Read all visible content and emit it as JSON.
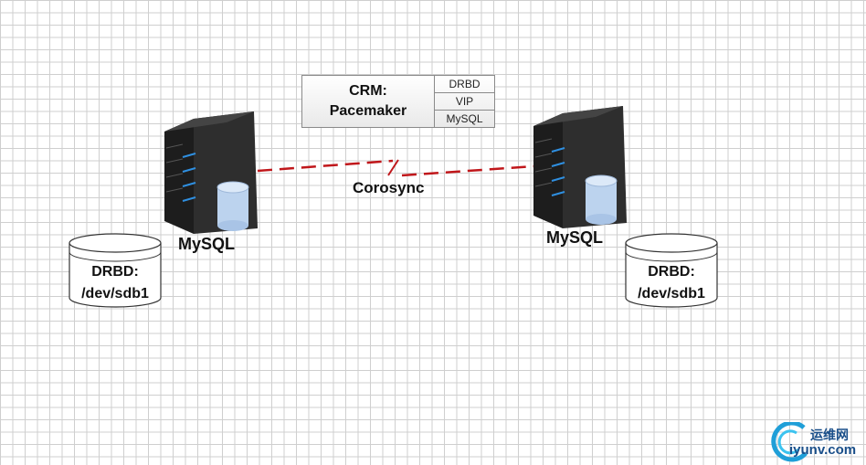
{
  "crm": {
    "title_line1": "CRM:",
    "title_line2": "Pacemaker",
    "resources": [
      "DRBD",
      "VIP",
      "MySQL"
    ]
  },
  "link_label": "Corosync",
  "nodes": [
    {
      "label": "MySQL",
      "disk_line1": "DRBD:",
      "disk_line2": "/dev/sdb1"
    },
    {
      "label": "MySQL",
      "disk_line1": "DRBD:",
      "disk_line2": "/dev/sdb1"
    }
  ],
  "watermark": {
    "line1": "运维网",
    "line2": "iyunv.com"
  },
  "colors": {
    "link": "#c0171b",
    "server": "#2a2a2a",
    "led": "#2f8fe0",
    "cylinder": "#bcd3ee"
  }
}
